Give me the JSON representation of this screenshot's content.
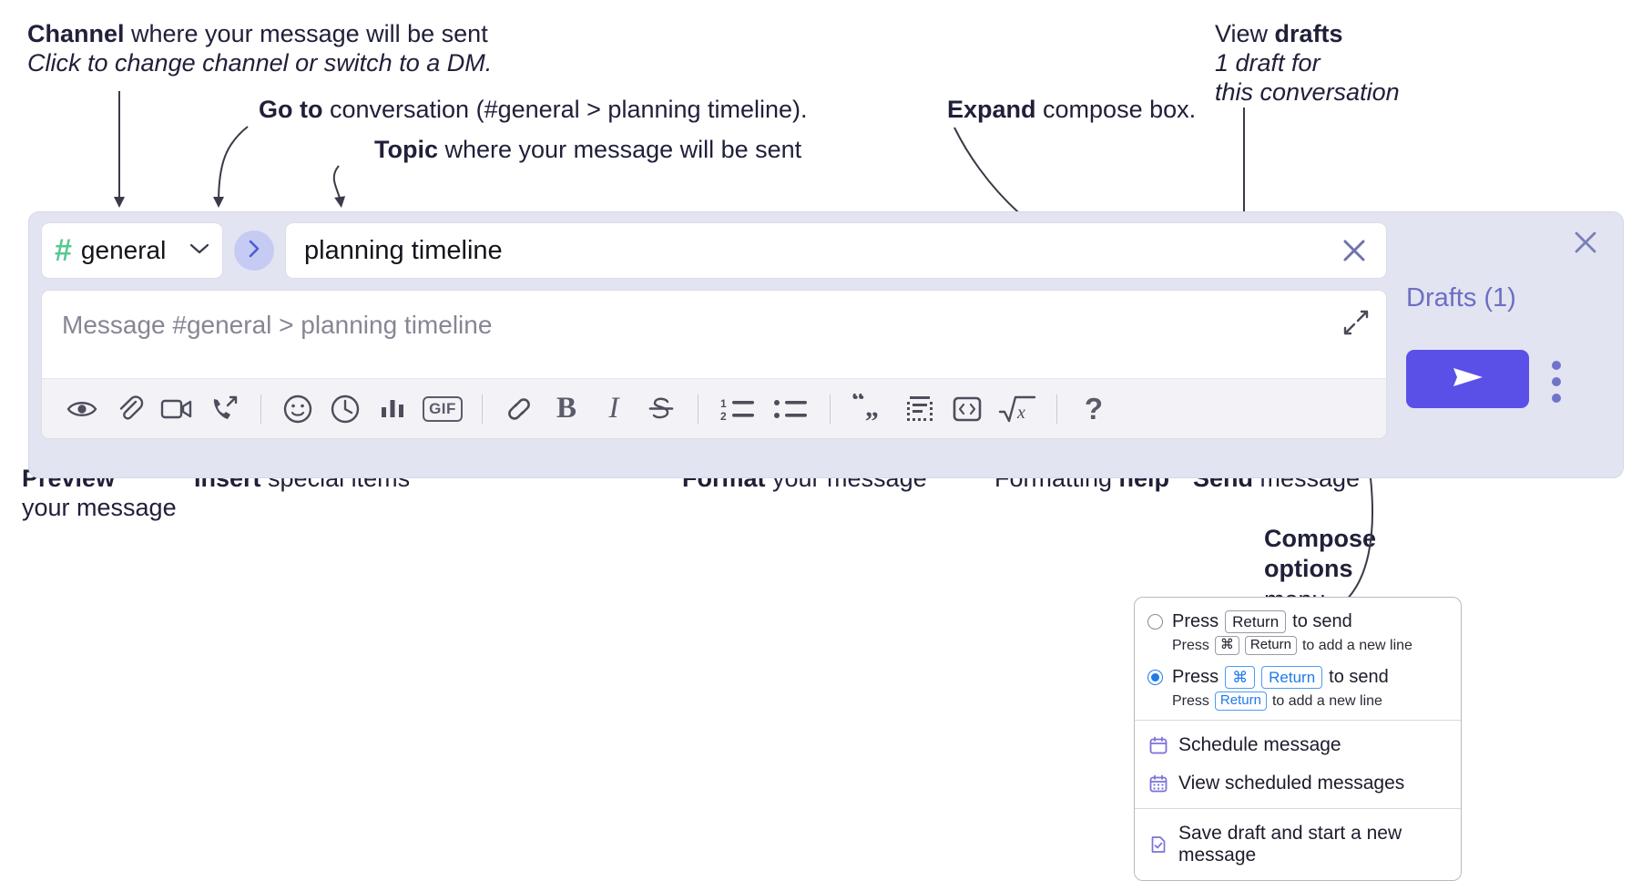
{
  "annotations": {
    "channel": {
      "bold": "Channel",
      "rest": " where your message will be sent",
      "sub": "Click to change channel or switch to a DM."
    },
    "goto": {
      "bold": "Go to",
      "rest": " conversation (#general > planning timeline)."
    },
    "topic": {
      "bold": "Topic",
      "rest": " where your message will be sent"
    },
    "expand": {
      "bold": "Expand",
      "rest": " compose box."
    },
    "drafts": {
      "plain": "View ",
      "bold": "drafts",
      "sub1": "1 draft for",
      "sub2": "this conversation"
    },
    "preview": {
      "bold": "Preview",
      "line2": "your message"
    },
    "insert": {
      "bold": "Insert",
      "rest": " special items"
    },
    "format": {
      "bold": "Format",
      "rest": " your message"
    },
    "help": {
      "plain": "Formatting ",
      "bold": "help"
    },
    "send": {
      "bold": "Send",
      "rest": " message"
    },
    "compose_options": {
      "bold1": "Compose",
      "bold2": "options",
      "rest": "menu"
    }
  },
  "composer": {
    "channel": {
      "hash": "#",
      "name": "general",
      "chevron_icon": "chevron-down-icon"
    },
    "go_button_icon": "chevron-right-icon",
    "topic": {
      "value": "planning timeline",
      "clear_icon": "close-icon"
    },
    "message": {
      "placeholder": "Message #general > planning timeline",
      "expand_icon": "expand-icon"
    },
    "toolbar": [
      {
        "name": "preview-button",
        "icon": "eye-icon",
        "glyph": "eye"
      },
      {
        "name": "attach-button",
        "icon": "paperclip-icon",
        "glyph": "paperclip"
      },
      {
        "name": "video-clip-button",
        "icon": "video-camera-icon",
        "glyph": "video"
      },
      {
        "name": "audio-clip-button",
        "icon": "phone-forward-icon",
        "glyph": "phone"
      },
      {
        "name": "separator-1",
        "icon": "divider",
        "glyph": "sep"
      },
      {
        "name": "emoji-button",
        "icon": "smiley-icon",
        "glyph": "smiley"
      },
      {
        "name": "schedule-button",
        "icon": "clock-icon",
        "glyph": "clock"
      },
      {
        "name": "poll-button",
        "icon": "bar-chart-icon",
        "glyph": "bars"
      },
      {
        "name": "gif-button",
        "icon": "gif-icon",
        "glyph": "gif",
        "label": "GIF"
      },
      {
        "name": "separator-2",
        "icon": "divider",
        "glyph": "sep"
      },
      {
        "name": "link-button",
        "icon": "link-icon",
        "glyph": "link"
      },
      {
        "name": "bold-button",
        "icon": "bold-icon",
        "glyph": "text",
        "label": "B"
      },
      {
        "name": "italic-button",
        "icon": "italic-icon",
        "glyph": "text-italic",
        "label": "I"
      },
      {
        "name": "strikethrough-button",
        "icon": "strikethrough-icon",
        "glyph": "strike"
      },
      {
        "name": "separator-3",
        "icon": "divider",
        "glyph": "sep"
      },
      {
        "name": "ordered-list-button",
        "icon": "ordered-list-icon",
        "glyph": "ol"
      },
      {
        "name": "bulleted-list-button",
        "icon": "bulleted-list-icon",
        "glyph": "ul"
      },
      {
        "name": "separator-4",
        "icon": "divider",
        "glyph": "sep"
      },
      {
        "name": "blockquote-button",
        "icon": "blockquote-icon",
        "glyph": "quote"
      },
      {
        "name": "code-block-button",
        "icon": "code-block-icon",
        "glyph": "codeblock"
      },
      {
        "name": "code-button",
        "icon": "code-icon",
        "glyph": "code"
      },
      {
        "name": "math-button",
        "icon": "math-icon",
        "glyph": "math"
      },
      {
        "name": "separator-5",
        "icon": "divider",
        "glyph": "sep"
      },
      {
        "name": "formatting-help-button",
        "icon": "question-mark-icon",
        "glyph": "help",
        "label": "?"
      }
    ],
    "rail": {
      "close_icon": "close-icon",
      "drafts_label": "Drafts (1)",
      "send_icon": "send-paper-plane-icon",
      "kebab_icon": "kebab-menu-icon"
    }
  },
  "popup": {
    "options": [
      {
        "selected": false,
        "main_prefix": "Press",
        "main_keys": [
          "Return"
        ],
        "main_suffix": "to send",
        "sub_prefix": "Press",
        "sub_keys": [
          "⌘",
          "Return"
        ],
        "sub_suffix": "to add a new line"
      },
      {
        "selected": true,
        "main_prefix": "Press",
        "main_keys": [
          "⌘",
          "Return"
        ],
        "main_suffix": "to send",
        "sub_prefix": "Press",
        "sub_keys": [
          "Return"
        ],
        "sub_suffix": "to add a new line"
      }
    ],
    "menu_items": [
      {
        "icon": "calendar-icon",
        "label": "Schedule message"
      },
      {
        "icon": "calendar-grid-icon",
        "label": "View scheduled messages"
      },
      {
        "icon": "save-draft-icon",
        "label": "Save draft and start a new message"
      }
    ]
  },
  "colors": {
    "panel_bg": "#e3e4f1",
    "accent_send": "#5a50e8",
    "hash_green": "#59c891",
    "go_circle": "#c6cbf4",
    "drafts_text": "#6b6fc4",
    "radio_blue": "#1e7bea",
    "menu_icon_purple": "#7a72d8"
  }
}
